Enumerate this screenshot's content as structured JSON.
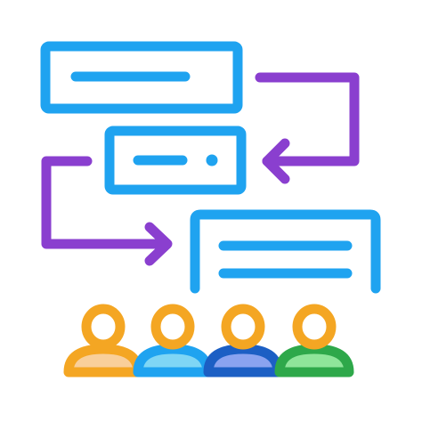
{
  "colors": {
    "background": "#ffffff",
    "block_stroke": "#1fa3f0",
    "arrow_stroke": "#8a3fcf",
    "person_orange": "#f4a623",
    "person_teal": "#1fa3f0",
    "person_navy": "#1c5fc4",
    "person_green": "#2ea84a",
    "body_peach": "#f9cf9a",
    "body_lightblue": "#7fd6f5",
    "body_periwinkle": "#8aa3f0",
    "body_mint": "#8fe59a"
  },
  "icon": {
    "subject": "workflow-team-icon",
    "blocks": [
      {
        "name": "top-block",
        "shape": "rounded-rectangle",
        "content": "single-line"
      },
      {
        "name": "middle-block",
        "shape": "rounded-rectangle",
        "content": "line-and-dot"
      },
      {
        "name": "bottom-block",
        "shape": "rounded-rectangle-open-bottom",
        "content": "two-lines"
      }
    ],
    "arrows": [
      {
        "name": "arrow-top-to-middle",
        "direction": "left"
      },
      {
        "name": "arrow-middle-to-bottom",
        "direction": "right"
      }
    ],
    "people": [
      {
        "name": "person-1",
        "head": "person_orange",
        "body": "body_peach"
      },
      {
        "name": "person-2",
        "head": "person_orange",
        "body": "body_lightblue",
        "outline": "person_teal"
      },
      {
        "name": "person-3",
        "head": "person_orange",
        "body": "body_periwinkle",
        "outline": "person_navy"
      },
      {
        "name": "person-4",
        "head": "person_orange",
        "body": "body_mint",
        "outline": "person_green"
      }
    ]
  }
}
